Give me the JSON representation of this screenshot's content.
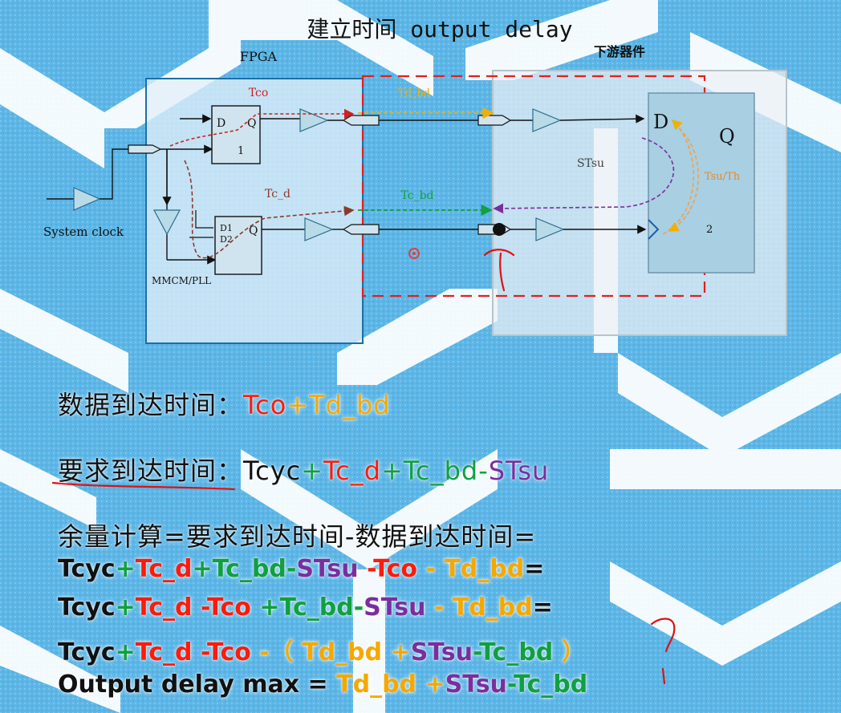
{
  "title": "建立时间 output delay",
  "diagram": {
    "fpga_label": "FPGA",
    "downstream_label": "下游器件",
    "system_clock": "System clock",
    "mmcm_label": "MMCM/PLL",
    "ff1": {
      "d": "D",
      "q": "Q",
      "clk": "1"
    },
    "ff2": {
      "d1": "D1",
      "d2": "D2",
      "q": "Q"
    },
    "ext_ff": {
      "d": "D",
      "q": "Q",
      "clk": "2"
    },
    "timing_labels": {
      "tco": "Tco",
      "td_bd": "Td_bd",
      "tc_d": "Tc_d",
      "tc_bd": "Tc_bd",
      "stsu": "STsu",
      "tsu_th": "Tsu/Th"
    }
  },
  "formulas": {
    "line1": [
      {
        "text": "数据到达时间：",
        "color": "black"
      },
      {
        "text": "Tco",
        "color": "red"
      },
      {
        "text": "+",
        "color": "orange"
      },
      {
        "text": "Td_bd",
        "color": "orange"
      }
    ],
    "line2": [
      {
        "text": "要求到达时间：",
        "color": "black"
      },
      {
        "text": "Tcyc",
        "color": "black"
      },
      {
        "text": "+",
        "color": "green"
      },
      {
        "text": "Tc_d",
        "color": "red"
      },
      {
        "text": "+",
        "color": "green"
      },
      {
        "text": "Tc_bd",
        "color": "green"
      },
      {
        "text": "-",
        "color": "green"
      },
      {
        "text": "STsu",
        "color": "purple"
      }
    ],
    "line3": [
      {
        "text": "余量计算=要求到达时间-数据到达时间=",
        "color": "black"
      }
    ],
    "line4": [
      {
        "text": "Tcyc",
        "color": "black"
      },
      {
        "text": "+",
        "color": "green"
      },
      {
        "text": "Tc_d",
        "color": "red"
      },
      {
        "text": "+",
        "color": "green"
      },
      {
        "text": "Tc_bd",
        "color": "green"
      },
      {
        "text": "-",
        "color": "green"
      },
      {
        "text": "STsu",
        "color": "purple"
      },
      {
        "text": " -",
        "color": "red"
      },
      {
        "text": "Tco",
        "color": "red"
      },
      {
        "text": " - ",
        "color": "orange"
      },
      {
        "text": "Td_bd",
        "color": "orange"
      },
      {
        "text": "=",
        "color": "black"
      }
    ],
    "line5": [
      {
        "text": "Tcyc",
        "color": "black"
      },
      {
        "text": "+",
        "color": "green"
      },
      {
        "text": "Tc_d",
        "color": "red"
      },
      {
        "text": " -",
        "color": "red"
      },
      {
        "text": "Tco",
        "color": "red"
      },
      {
        "text": " +",
        "color": "green"
      },
      {
        "text": "Tc_bd",
        "color": "green"
      },
      {
        "text": "-",
        "color": "green"
      },
      {
        "text": "STsu",
        "color": "purple"
      },
      {
        "text": " - ",
        "color": "orange"
      },
      {
        "text": "Td_bd",
        "color": "orange"
      },
      {
        "text": "=",
        "color": "black"
      }
    ],
    "line6": [
      {
        "text": "Tcyc",
        "color": "black"
      },
      {
        "text": "+",
        "color": "green"
      },
      {
        "text": "Tc_d",
        "color": "red"
      },
      {
        "text": " -",
        "color": "red"
      },
      {
        "text": "Tco",
        "color": "red"
      },
      {
        "text": " -（ ",
        "color": "orange"
      },
      {
        "text": "Td_bd",
        "color": "orange"
      },
      {
        "text": " +",
        "color": "orange"
      },
      {
        "text": "STsu",
        "color": "purple"
      },
      {
        "text": "-",
        "color": "green"
      },
      {
        "text": "Tc_bd",
        "color": "green"
      },
      {
        "text": " ）",
        "color": "orange"
      }
    ],
    "line7": [
      {
        "text": "Output delay max = ",
        "color": "black"
      },
      {
        "text": "Td_bd",
        "color": "orange"
      },
      {
        "text": " +",
        "color": "orange"
      },
      {
        "text": "STsu",
        "color": "purple"
      },
      {
        "text": "-",
        "color": "green"
      },
      {
        "text": "Tc_bd",
        "color": "green"
      }
    ]
  },
  "colors": {
    "black": "#111111",
    "red": "#ff1a0a",
    "green": "#10a040",
    "orange": "#f5a800",
    "purple": "#7a2e9e",
    "fpga_border": "#1a6fa8",
    "dashed_red": "#e02020"
  }
}
